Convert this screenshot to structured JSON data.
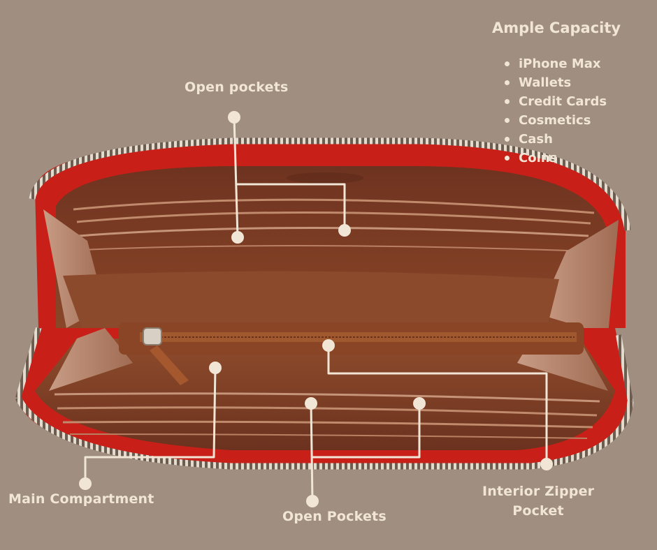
{
  "colors": {
    "background": "#a08e80",
    "text": "#f1e6d6",
    "wallet_red": "#d8231c",
    "leather": "#7a3b24",
    "zipper_metal": "#d9cfc2"
  },
  "capacity": {
    "title": "Ample Capacity",
    "items": [
      "iPhone Max",
      "Wallets",
      "Credit Cards",
      "Cosmetics",
      "Cash",
      "Coins"
    ]
  },
  "callouts": {
    "open_pockets_top": "Open pockets",
    "main_compartment": "Main Compartment",
    "open_pockets_bottom": "Open Pockets",
    "interior_zipper_line1": "Interior Zipper",
    "interior_zipper_line2": "Pocket"
  }
}
